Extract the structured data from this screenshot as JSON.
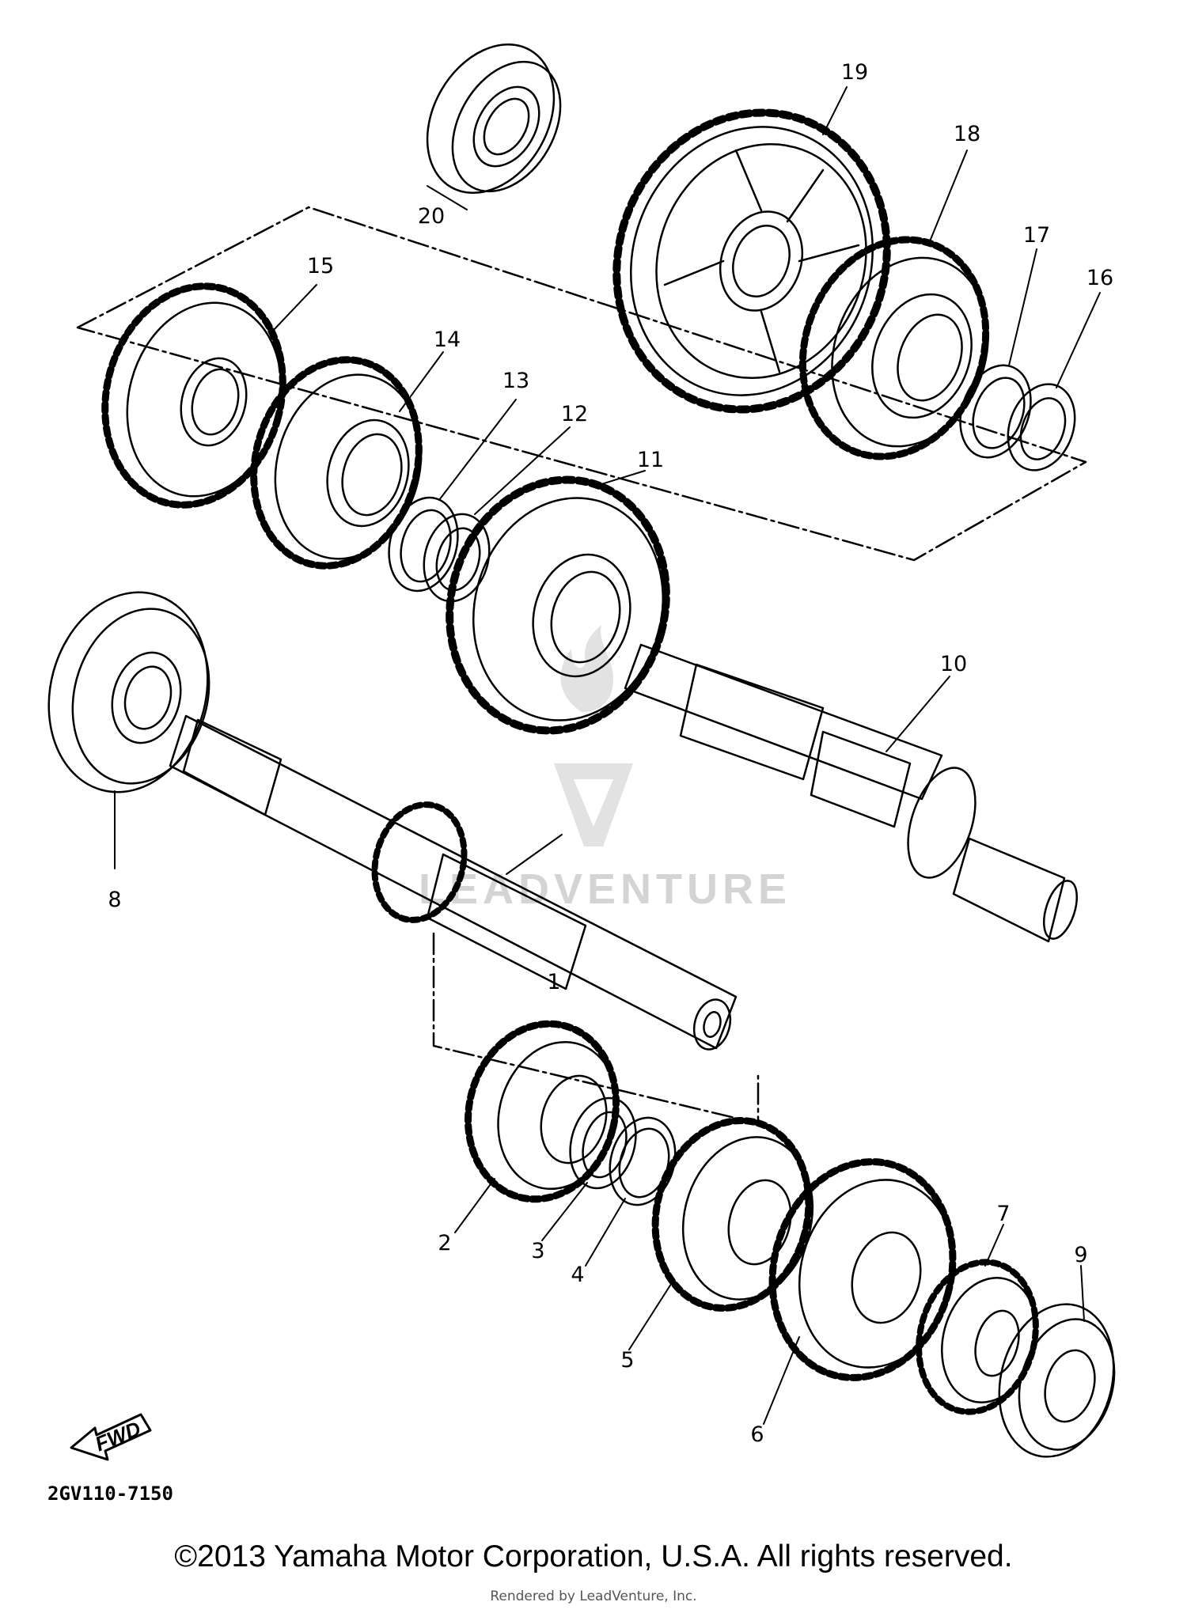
{
  "part_labels": [
    "1",
    "2",
    "3",
    "4",
    "5",
    "6",
    "7",
    "8",
    "9",
    "10",
    "11",
    "12",
    "13",
    "14",
    "15",
    "16",
    "17",
    "18",
    "19",
    "20"
  ],
  "drawing_number": "2GV110-7150",
  "fwd_label": "FWD",
  "watermark_text": "LEADVENTURE",
  "copyright": "©2013 Yamaha Motor Corporation, U.S.A. All rights reserved.",
  "rendered_by": "Rendered by LeadVenture, Inc.",
  "colors": {
    "line": "#000000",
    "watermark": "#d4d4d4",
    "background": "#ffffff"
  }
}
